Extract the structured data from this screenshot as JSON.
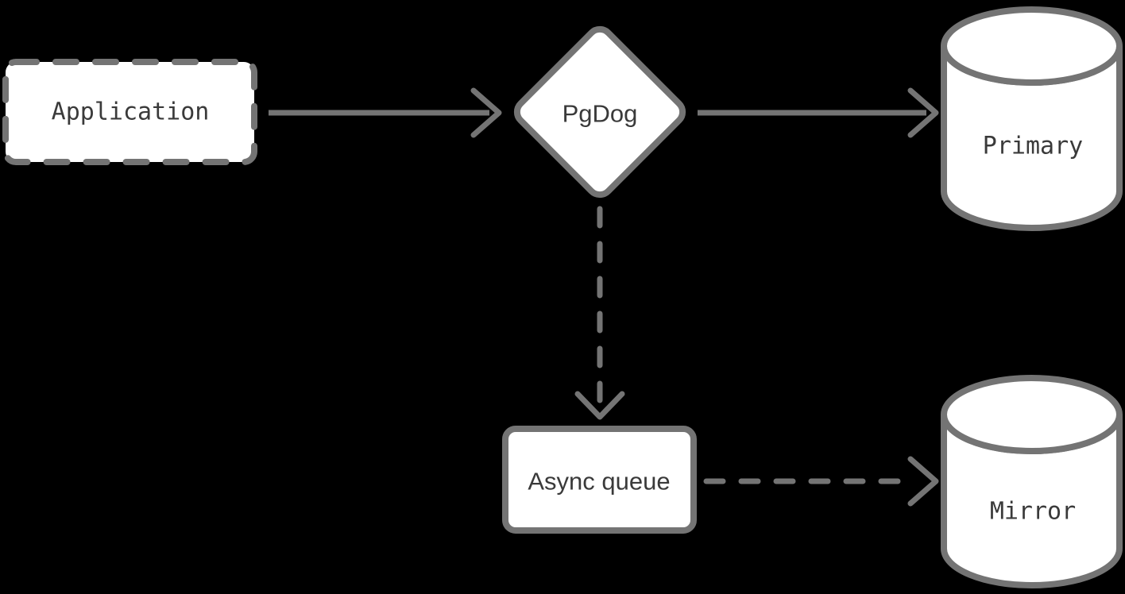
{
  "colors": {
    "background": "#000000",
    "shape_fill": "#ffffff",
    "shape_stroke": "#747474",
    "edge_stroke": "#747474",
    "text": "#3a3a3a"
  },
  "nodes": {
    "application": {
      "label": "Application",
      "shape": "rectangle",
      "border": "dashed"
    },
    "pgdog": {
      "label": "PgDog",
      "shape": "diamond",
      "border": "solid"
    },
    "primary": {
      "label": "Primary",
      "shape": "cylinder",
      "border": "solid"
    },
    "async_queue": {
      "label": "Async queue",
      "shape": "rectangle",
      "border": "solid"
    },
    "mirror": {
      "label": "Mirror",
      "shape": "cylinder",
      "border": "solid"
    }
  },
  "edges": [
    {
      "from": "application",
      "to": "pgdog",
      "style": "solid"
    },
    {
      "from": "pgdog",
      "to": "primary",
      "style": "solid"
    },
    {
      "from": "pgdog",
      "to": "async_queue",
      "style": "dashed"
    },
    {
      "from": "async_queue",
      "to": "mirror",
      "style": "dashed"
    }
  ]
}
